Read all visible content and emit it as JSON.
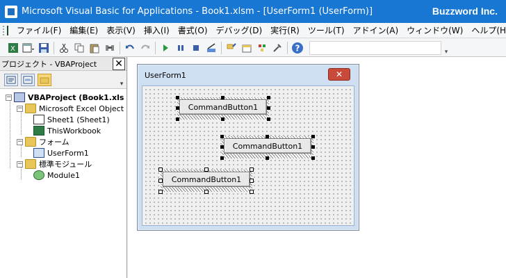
{
  "window": {
    "title": "Microsoft Visual Basic for Applications - Book1.xlsm - [UserForm1 (UserForm)]",
    "brand": "Buzzword Inc."
  },
  "menubar": {
    "items": [
      "ファイル(F)",
      "編集(E)",
      "表示(V)",
      "挿入(I)",
      "書式(O)",
      "デバッグ(D)",
      "実行(R)",
      "ツール(T)",
      "アドイン(A)",
      "ウィンドウ(W)",
      "ヘルプ(H)"
    ]
  },
  "toolbar": {
    "icons": [
      "excel-icon",
      "insert-userform-icon",
      "save-icon",
      "cut-icon",
      "copy-icon",
      "paste-icon",
      "find-icon",
      "undo-icon",
      "redo-icon",
      "run-icon",
      "break-icon",
      "reset-icon",
      "design-mode-icon",
      "project-explorer-icon",
      "properties-icon",
      "object-browser-icon",
      "toolbox-icon",
      "help-icon"
    ]
  },
  "project_pane": {
    "title": "プロジェクト - VBAProject",
    "close_glyph": "✕",
    "tree": [
      {
        "label": "VBAProject (Book1.xls",
        "level": 0,
        "expander": "−",
        "icon": "vba-project-icon",
        "bold": true
      },
      {
        "label": "Microsoft Excel Object",
        "level": 1,
        "expander": "−",
        "icon": "folder-icon"
      },
      {
        "label": "Sheet1 (Sheet1)",
        "level": 2,
        "icon": "worksheet-icon"
      },
      {
        "label": "ThisWorkbook",
        "level": 2,
        "icon": "workbook-icon"
      },
      {
        "label": "フォーム",
        "level": 1,
        "expander": "−",
        "icon": "folder-icon"
      },
      {
        "label": "UserForm1",
        "level": 2,
        "icon": "userform-icon"
      },
      {
        "label": "標準モジュール",
        "level": 1,
        "expander": "−",
        "icon": "folder-icon"
      },
      {
        "label": "Module1",
        "level": 2,
        "icon": "module-icon"
      }
    ]
  },
  "userform": {
    "caption": "UserForm1",
    "close_glyph": "✕",
    "buttons": [
      {
        "caption": "CommandButton1"
      },
      {
        "caption": "CommandButton1"
      },
      {
        "caption": "CommandButton1"
      }
    ]
  },
  "colors": {
    "titlebar": "#1877d2",
    "form_frame": "#cfdff2",
    "close_button": "#c94a3a"
  }
}
